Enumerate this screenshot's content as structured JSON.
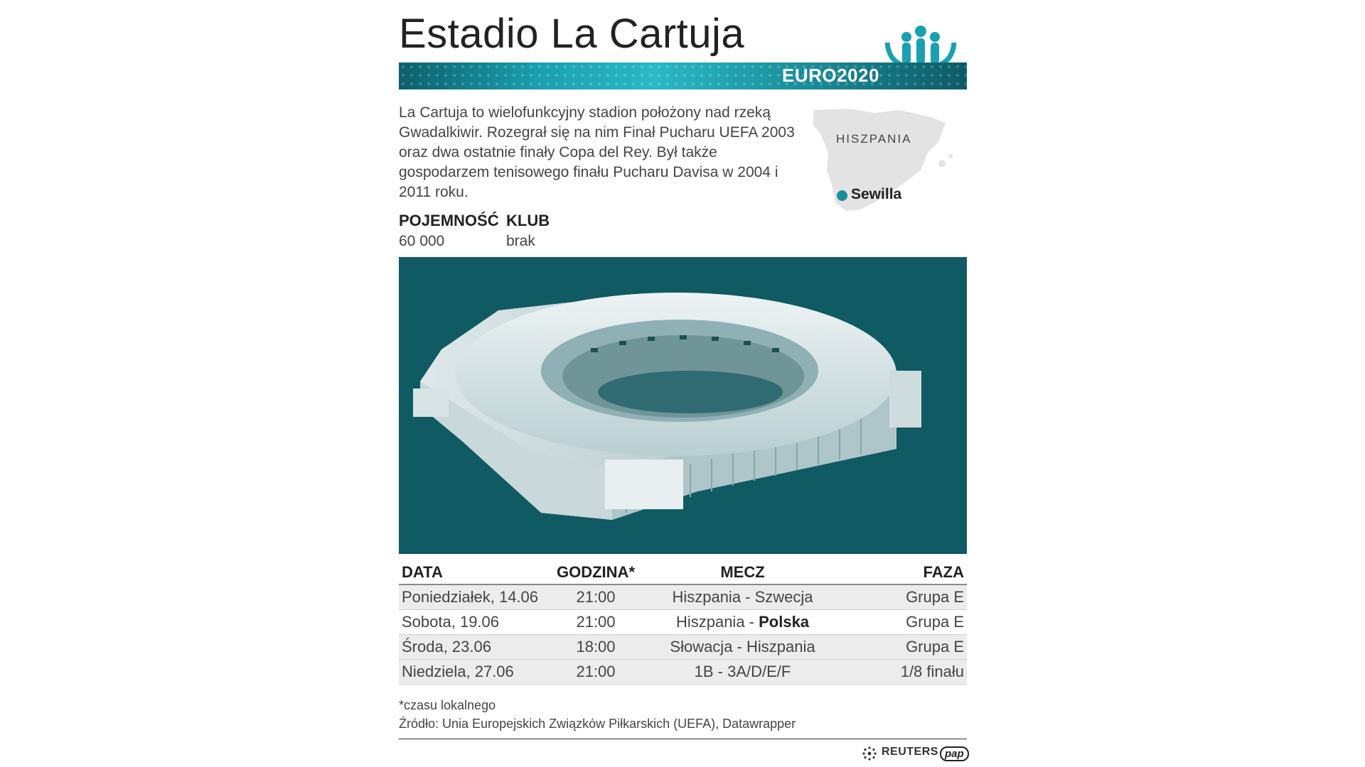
{
  "header": {
    "title": "Estadio La Cartuja",
    "logo_text": "EURO2020"
  },
  "description": "La Cartuja to wielofunkcyjny stadion położony nad rzeką Gwadalkiwir. Rozegrał się na nim Finał Pucharu UEFA 2003 oraz dwa ostatnie finały Copa del Rey. Był także gospodarzem tenisowego finału Pucharu Davisa w 2004 i 2011 roku.",
  "map": {
    "country": "HISZPANIA",
    "city": "Sewilla"
  },
  "facts": {
    "capacity_label": "POJEMNOŚĆ",
    "capacity_value": "60 000",
    "club_label": "KLUB",
    "club_value": "brak"
  },
  "schedule": {
    "headers": [
      "DATA",
      "GODZINA*",
      "MECZ",
      "FAZA"
    ],
    "rows": [
      {
        "date": "Poniedziałek, 14.06",
        "time": "21:00",
        "match_a": "Hiszpania - Szwecja",
        "match_b": "",
        "phase": "Grupa E"
      },
      {
        "date": "Sobota, 19.06",
        "time": "21:00",
        "match_a": "Hiszpania - ",
        "match_b": "Polska",
        "phase": "Grupa E"
      },
      {
        "date": "Środa, 23.06",
        "time": "18:00",
        "match_a": "Słowacja - Hiszpania",
        "match_b": "",
        "phase": "Grupa E"
      },
      {
        "date": "Niedziela, 27.06",
        "time": "21:00",
        "match_a": "1B - 3A/D/E/F",
        "match_b": "",
        "phase": "1/8 finału"
      }
    ]
  },
  "footer": {
    "note": "*czasu lokalnego",
    "source": "Źródło: Unia Europejskich Związków Piłkarskich (UEFA), Datawrapper",
    "agency1": "REUTERS",
    "agency2": "pap"
  },
  "colors": {
    "accent": "#1a8f9c",
    "stadium_bg": "#0f5a63"
  }
}
